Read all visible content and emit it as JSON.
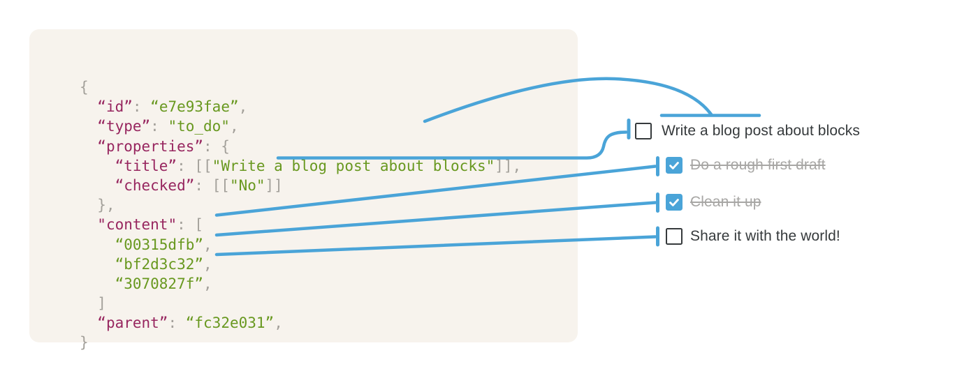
{
  "colors": {
    "card_bg": "#f7f3ed",
    "accent_blue": "#4aa4d8",
    "json_key": "#97265f",
    "json_string": "#68981f",
    "json_punct": "#a3a09a",
    "todo_text": "#363a3c",
    "todo_done_text": "#a7a6a4",
    "checkbox_border": "#363a3c",
    "checkbox_checked_bg": "#4aa4d8",
    "checkmark": "#ffffff"
  },
  "code_block": {
    "lines": [
      [
        {
          "c": "pun",
          "t": "{"
        }
      ],
      [
        {
          "c": "pun",
          "t": "  "
        },
        {
          "c": "key",
          "t": "“id”"
        },
        {
          "c": "pun",
          "t": ": "
        },
        {
          "c": "str",
          "t": "“e7e93fae”"
        },
        {
          "c": "pun",
          "t": ","
        }
      ],
      [
        {
          "c": "pun",
          "t": "  "
        },
        {
          "c": "key",
          "t": "“type”"
        },
        {
          "c": "pun",
          "t": ": "
        },
        {
          "c": "str",
          "t": "\"to_do\""
        },
        {
          "c": "pun",
          "t": ","
        }
      ],
      [
        {
          "c": "pun",
          "t": "  "
        },
        {
          "c": "key",
          "t": "“properties”"
        },
        {
          "c": "pun",
          "t": ": {"
        }
      ],
      [
        {
          "c": "pun",
          "t": "    "
        },
        {
          "c": "key",
          "t": "“title”"
        },
        {
          "c": "pun",
          "t": ": [["
        },
        {
          "c": "str",
          "t": "\"Write a blog post about blocks\""
        },
        {
          "c": "pun",
          "t": "]],"
        }
      ],
      [
        {
          "c": "pun",
          "t": "    "
        },
        {
          "c": "key",
          "t": "“checked”"
        },
        {
          "c": "pun",
          "t": ": [["
        },
        {
          "c": "str",
          "t": "\"No\""
        },
        {
          "c": "pun",
          "t": "]]"
        }
      ],
      [
        {
          "c": "pun",
          "t": "  },"
        }
      ],
      [
        {
          "c": "pun",
          "t": "  "
        },
        {
          "c": "key",
          "t": "\"content\""
        },
        {
          "c": "pun",
          "t": ": ["
        }
      ],
      [
        {
          "c": "pun",
          "t": "    "
        },
        {
          "c": "str",
          "t": "“00315dfb”"
        },
        {
          "c": "pun",
          "t": ","
        }
      ],
      [
        {
          "c": "pun",
          "t": "    "
        },
        {
          "c": "str",
          "t": "“bf2d3c32”"
        },
        {
          "c": "pun",
          "t": ","
        }
      ],
      [
        {
          "c": "pun",
          "t": "    "
        },
        {
          "c": "str",
          "t": "“3070827f”"
        },
        {
          "c": "pun",
          "t": ","
        }
      ],
      [
        {
          "c": "pun",
          "t": "  ]"
        }
      ],
      [
        {
          "c": "pun",
          "t": "  "
        },
        {
          "c": "key",
          "t": "“parent”"
        },
        {
          "c": "pun",
          "t": ": "
        },
        {
          "c": "str",
          "t": "“fc32e031”"
        },
        {
          "c": "pun",
          "t": ","
        }
      ],
      [
        {
          "c": "pun",
          "t": "}"
        }
      ]
    ]
  },
  "todo_list": {
    "items": [
      {
        "label": "Write a blog post about blocks",
        "checked": false,
        "completed": false,
        "indent": 0
      },
      {
        "label": "Do a rough first draft",
        "checked": true,
        "completed": true,
        "indent": 1
      },
      {
        "label": "Clean it up",
        "checked": true,
        "completed": true,
        "indent": 1
      },
      {
        "label": "Share it with the world!",
        "checked": false,
        "completed": false,
        "indent": 1
      }
    ]
  },
  "connections": [
    {
      "from": "properties.title value",
      "to": "todo item 1 label",
      "style": "arc ending on overline marker above text"
    },
    {
      "from": "properties.checked value [[\"No\"]]",
      "to": "todo item 1 checkbox",
      "style": "horizontal line with s-curve ending at tick"
    },
    {
      "from": "content id 00315dfb",
      "to": "todo item 2",
      "style": "straight line ending at tick"
    },
    {
      "from": "content id bf2d3c32",
      "to": "todo item 3",
      "style": "straight line ending at tick"
    },
    {
      "from": "content id 3070827f",
      "to": "todo item 4",
      "style": "straight line ending at tick"
    }
  ]
}
